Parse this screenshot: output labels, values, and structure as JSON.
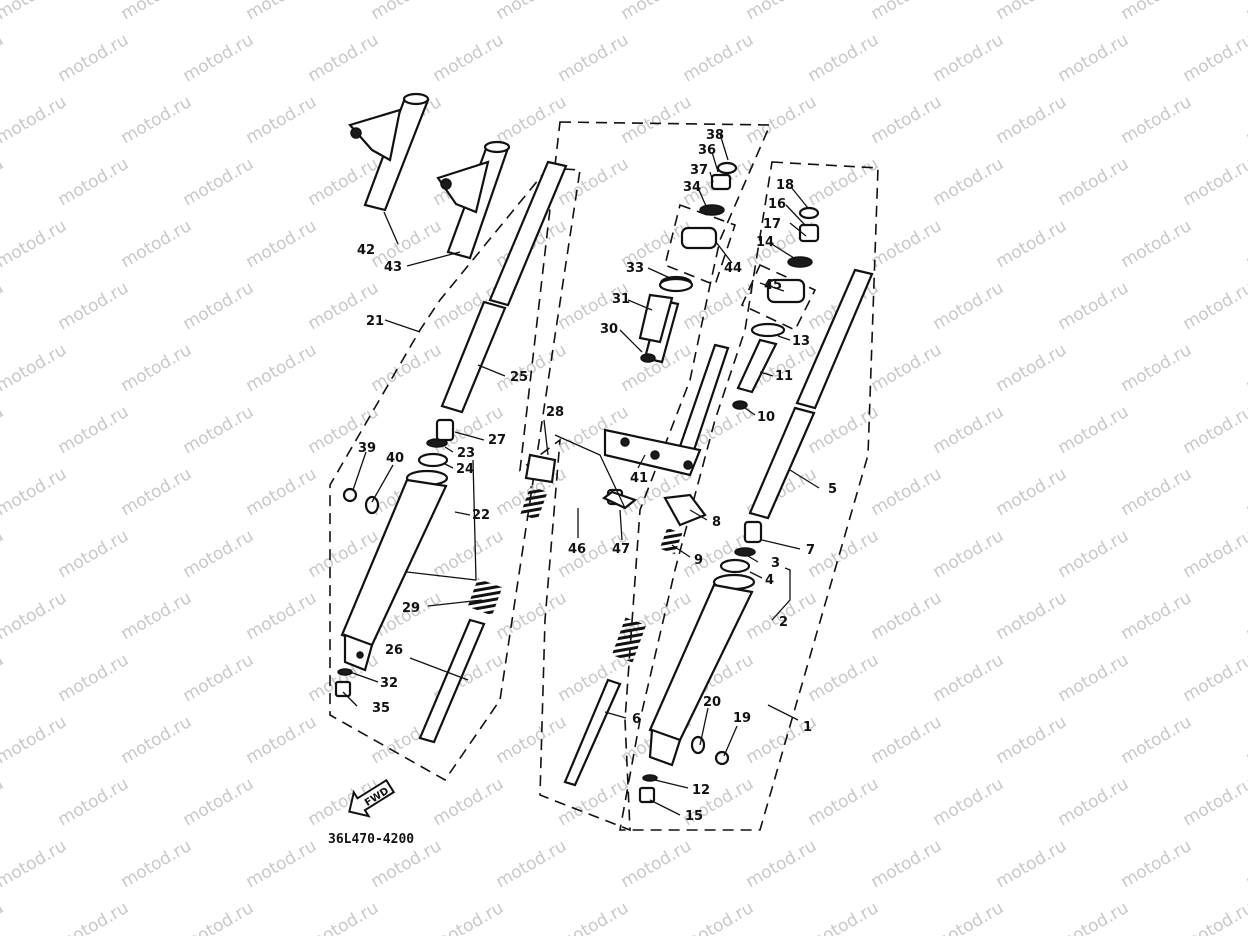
{
  "watermark": "motod.ru",
  "diagram_code": "36L470-4200",
  "fwd_label": "FWD",
  "labels": {
    "p1": "1",
    "p2": "2",
    "p3": "3",
    "p4": "4",
    "p5": "5",
    "p6": "6",
    "p7": "7",
    "p8": "8",
    "p9": "9",
    "p10": "10",
    "p11": "11",
    "p12": "12",
    "p13": "13",
    "p14": "14",
    "p15": "15",
    "p16": "16",
    "p17": "17",
    "p18": "18",
    "p19": "19",
    "p20": "20",
    "p21": "21",
    "p22": "22",
    "p23": "23",
    "p24": "24",
    "p25": "25",
    "p26": "26",
    "p27": "27",
    "p28": "28",
    "p29": "29",
    "p30": "30",
    "p31": "31",
    "p32": "32",
    "p33": "33",
    "p34": "34",
    "p35": "35",
    "p36": "36",
    "p37": "37",
    "p38": "38",
    "p39": "39",
    "p40": "40",
    "p41": "41",
    "p42": "42",
    "p43": "43",
    "p44": "44",
    "p45": "45",
    "p46": "46",
    "p47": "47"
  }
}
